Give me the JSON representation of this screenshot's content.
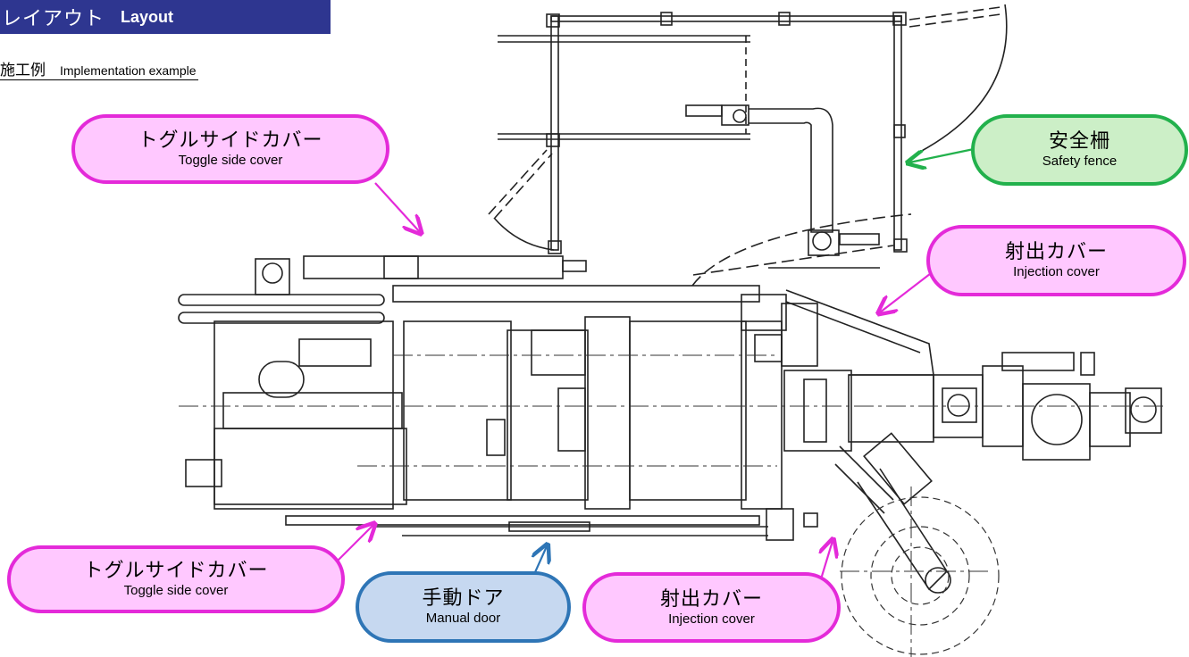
{
  "header": {
    "title_jp": "レイアウト",
    "title_en": "Layout"
  },
  "subtitle": {
    "jp": "施工例",
    "en": "Implementation example"
  },
  "callouts": {
    "toggle_top": {
      "jp": "トグルサイドカバー",
      "en": "Toggle side cover"
    },
    "safety_fence": {
      "jp": "安全柵",
      "en": "Safety fence"
    },
    "injection_top": {
      "jp": "射出カバー",
      "en": "Injection cover"
    },
    "toggle_bottom": {
      "jp": "トグルサイドカバー",
      "en": "Toggle side cover"
    },
    "manual_door": {
      "jp": "手動ドア",
      "en": "Manual door"
    },
    "injection_bottom": {
      "jp": "射出カバー",
      "en": "Injection cover"
    }
  },
  "colors": {
    "header_bg": "#2e3690",
    "pink_fill": "#ffc8ff",
    "pink_border": "#e42ad9",
    "green_fill": "#ccefc7",
    "green_border": "#22b14c",
    "blue_fill": "#c6d8f0",
    "blue_border": "#2e75b6"
  }
}
